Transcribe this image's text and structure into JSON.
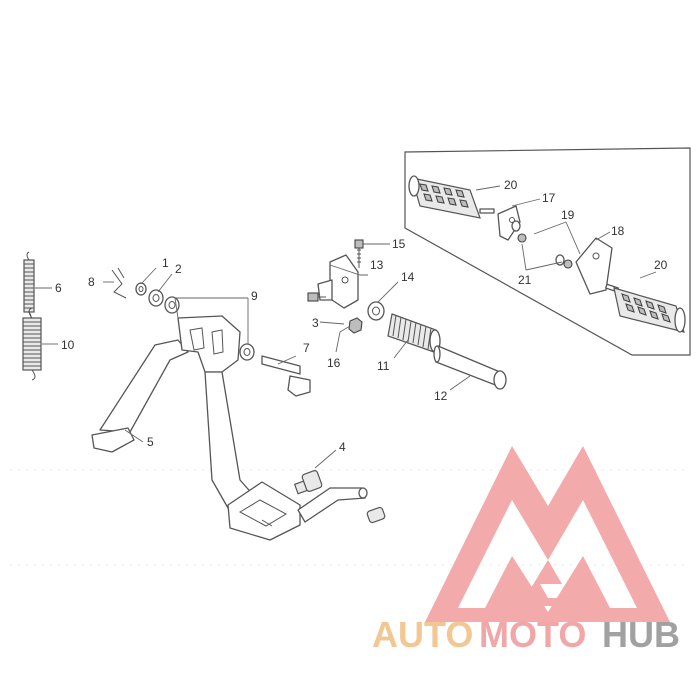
{
  "diagram": {
    "labels": {
      "p1": "1",
      "p2": "2",
      "p3": "3",
      "p4": "4",
      "p5": "5",
      "p6": "6",
      "p7": "7",
      "p8": "8",
      "p9": "9",
      "p10": "10",
      "p11": "11",
      "p12": "12",
      "p13": "13",
      "p14": "14",
      "p15": "15",
      "p16": "16",
      "p17": "17",
      "p18": "18",
      "p19": "19",
      "p20a": "20",
      "p20b": "20",
      "p21": "21"
    }
  },
  "watermark": {
    "part1": "AUTO",
    "part2": "MOTO",
    "part3": "HUB",
    "colors": {
      "auto": "#f2c38a",
      "moto": "#f0a0a0",
      "hub": "#9a9a9a",
      "logo": "#f2a3a3"
    }
  }
}
